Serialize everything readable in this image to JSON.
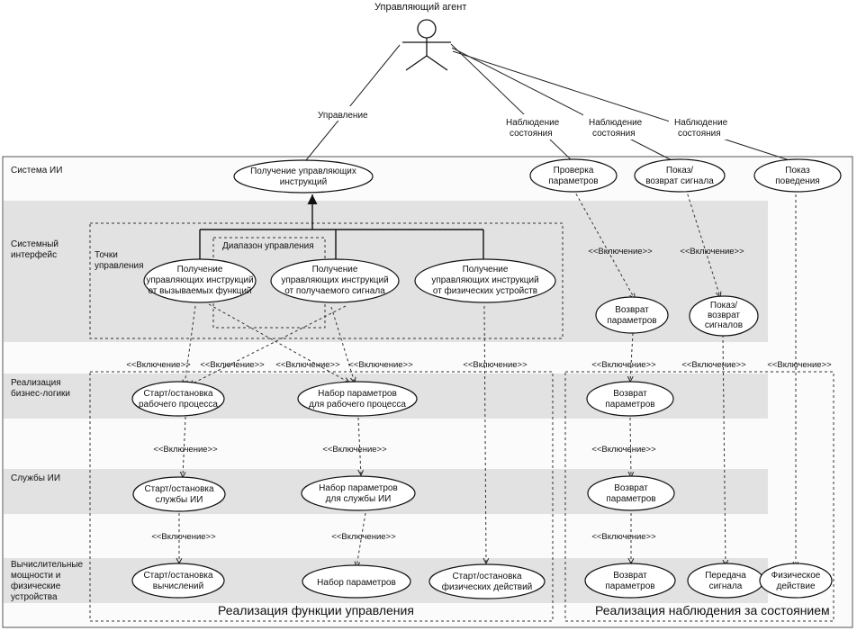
{
  "actor": {
    "name": "Управляющий агент"
  },
  "associations": {
    "control": "Управление",
    "observe": [
      "Наблюдение",
      "состояния"
    ]
  },
  "layers": {
    "system": "Система ИИ",
    "iface": [
      "Системный",
      "интерфейс"
    ],
    "biz": [
      "Реализация",
      "бизнес-логики"
    ],
    "svc": "Службы ИИ",
    "comp": [
      "Вычислительные",
      "мощности и",
      "физические",
      "устройства"
    ]
  },
  "groups": {
    "points": [
      "Точки",
      "управления"
    ],
    "range": "Диапазон управления",
    "control_impl": "Реализация функции управления",
    "observe_impl": "Реализация наблюдения за состоянием"
  },
  "include_label": "<<Включение>>",
  "use_cases": {
    "get_ctrl": [
      "Получение управляющих",
      "инструкций"
    ],
    "check_params": [
      "Проверка",
      "параметров"
    ],
    "show_ret_signal": [
      "Показ/",
      "возврат сигнала"
    ],
    "show_behavior": [
      "Показ",
      "поведения"
    ],
    "ctrl_called": [
      "Получение",
      "управляющих инструкций",
      "от вызываемых функций"
    ],
    "ctrl_signal": [
      "Получение",
      "управляющих инструкций",
      "от получаемого сигнала"
    ],
    "ctrl_devices": [
      "Получение",
      "управляющих инструкций",
      "от физических устройств"
    ],
    "ret_params_iface": [
      "Возврат",
      "параметров"
    ],
    "show_ret_signals": [
      "Показ/",
      "возврат",
      "сигналов"
    ],
    "start_stop_proc": [
      "Старт/остановка",
      "рабочего процесса"
    ],
    "params_proc": [
      "Набор параметров",
      "для рабочего процесса"
    ],
    "ret_params_biz": [
      "Возврат",
      "параметров"
    ],
    "start_stop_svc": [
      "Старт/остановка",
      "службы ИИ"
    ],
    "params_svc": [
      "Набор параметров",
      "для службы ИИ"
    ],
    "ret_params_svc": [
      "Возврат",
      "параметров"
    ],
    "start_stop_calc": [
      "Старт/остановка",
      "вычислений"
    ],
    "params_set": [
      "Набор параметров"
    ],
    "start_stop_phys": [
      "Старт/остановка",
      "физических действий"
    ],
    "ret_params_comp": [
      "Возврат",
      "параметров"
    ],
    "signal_transfer": [
      "Передача",
      "сигнала"
    ],
    "phys_action": [
      "Физическое",
      "действие"
    ]
  }
}
